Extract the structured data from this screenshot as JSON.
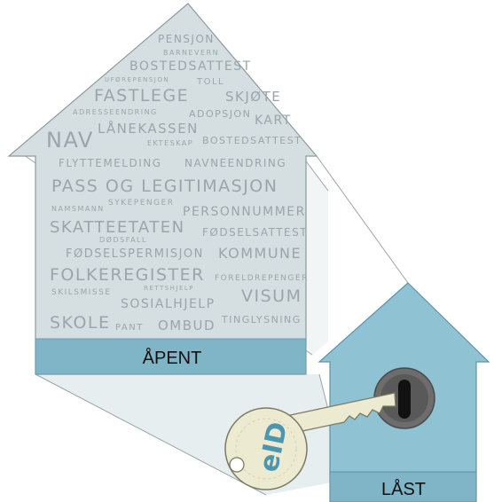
{
  "open_house": {
    "label": "ÅPENT",
    "words": [
      "PENSJON",
      "BARNEVERN",
      "BOSTEDSATTEST",
      "UFØREPENSJON",
      "TOLL",
      "FASTLEGE",
      "SKJØTE",
      "ADRESSEENDRING",
      "ADOPSJON",
      "KART",
      "LÅNEKASSEN",
      "NAV",
      "EKTESKAP",
      "BOSTEDSATTEST",
      "FLYTTEMELDING",
      "NAVNEENDRING",
      "PASS OG LEGITIMASJON",
      "NAMSMANN",
      "SYKEPENGER",
      "PERSONNUMMER",
      "SKATTEETATEN",
      "DØDSFALL",
      "FØDSELSATTEST",
      "FØDSELSPERMISJON",
      "KOMMUNE",
      "FOLKEREGISTER",
      "FORELDREPENGER",
      "SKILSMISSE",
      "RETTSHJELP",
      "VISUM",
      "SOSIALHJELP",
      "SKOLE",
      "PANT",
      "OMBUD",
      "TINGLYSNING"
    ]
  },
  "locked_house": {
    "label": "LÅST"
  },
  "key": {
    "label": "eID"
  },
  "colors": {
    "open_house_fill": "#d5dfe1",
    "band_fill": "#7fb5c7",
    "locked_house_fill": "#8fc3d3",
    "lock_fill": "#6d6d6d",
    "key_fill": "#ecead0",
    "word_text": "#9aa6ac"
  },
  "icons": [
    "key-icon",
    "lock-icon"
  ]
}
